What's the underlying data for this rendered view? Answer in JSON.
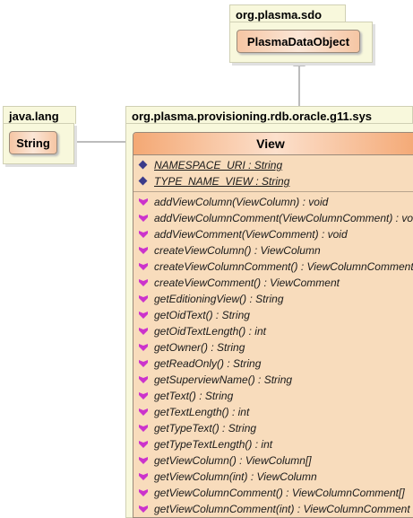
{
  "packages": {
    "sdo": {
      "name": "org.plasma.sdo"
    },
    "java_lang": {
      "name": "java.lang"
    },
    "provisioning": {
      "name": "org.plasma.provisioning.rdb.oracle.g11.sys"
    }
  },
  "classes": {
    "plasma_data_object": "PlasmaDataObject",
    "string": "String",
    "view": "View"
  },
  "view": {
    "attributes": [
      "NAMESPACE_URI : String",
      "TYPE_NAME_VIEW : String"
    ],
    "operations": [
      "addViewColumn(ViewColumn) : void",
      "addViewColumnComment(ViewColumnComment) : void",
      "addViewComment(ViewComment) : void",
      "createViewColumn() : ViewColumn",
      "createViewColumnComment() : ViewColumnComment",
      "createViewComment() : ViewComment",
      "getEditioningView() : String",
      "getOidText() : String",
      "getOidTextLength() : int",
      "getOwner() : String",
      "getReadOnly() : String",
      "getSuperviewName() : String",
      "getText() : String",
      "getTextLength() : int",
      "getTypeText() : String",
      "getTypeTextLength() : int",
      "getViewColumn() : ViewColumn[]",
      "getViewColumn(int) : ViewColumn",
      "getViewColumnComment() : ViewColumnComment[]",
      "getViewColumnComment(int) : ViewColumnComment"
    ]
  },
  "colors": {
    "package_fill": "#f8f8dc",
    "class_fill": "#f8dcbc",
    "header_accent": "#f4a874",
    "attribute_icon": "#3b3b8a",
    "operation_icon": "#cc33cc"
  }
}
